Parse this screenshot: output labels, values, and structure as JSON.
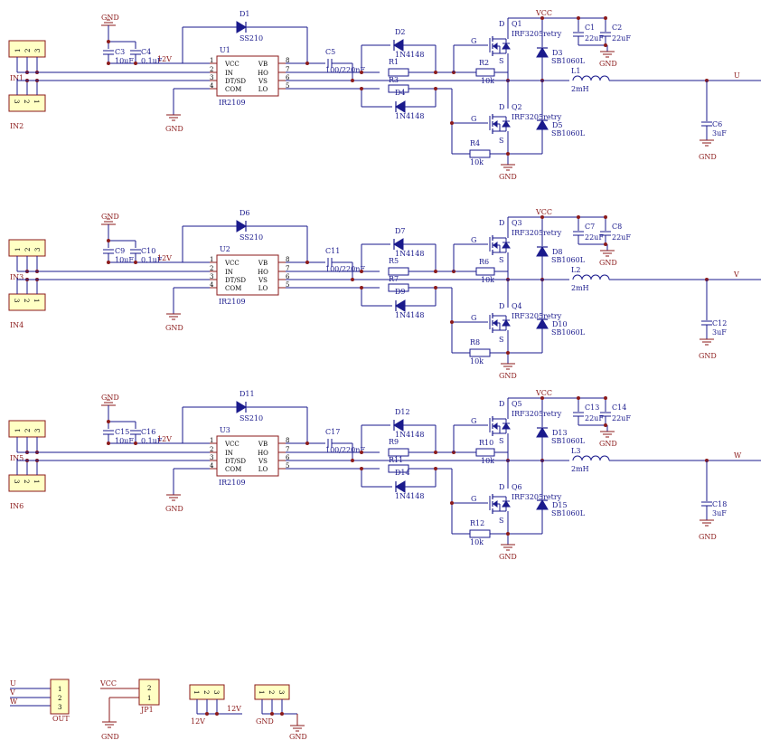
{
  "nets": {
    "gnd": "GND",
    "vcc": "VCC",
    "v12": "12V",
    "u": "U",
    "v": "V",
    "w": "W"
  },
  "stages": [
    {
      "in_a": "IN1",
      "in_b": "IN2",
      "u": "U1",
      "ic": "IR2109",
      "pins": [
        "1",
        "2",
        "3",
        "4",
        "8",
        "7",
        "6",
        "5"
      ],
      "pinnames": [
        "VCC",
        "IN",
        "DT/SD",
        "COM",
        "VB",
        "HO",
        "VS",
        "LO"
      ],
      "cA": "C3",
      "cAv": "10uF",
      "cB": "C4",
      "cBv": "0.1uF",
      "dboot": "D1",
      "dbootv": "SS210",
      "cboot": "C5",
      "cbootv": "100/220nF",
      "dtop": "D2",
      "dbot": "D4",
      "diodev": "1N4148",
      "r1": "R1",
      "r3": "R3",
      "r2": "R2",
      "r4": "R4",
      "r10k": "10k",
      "qh": "Q1",
      "ql": "Q2",
      "qv": "IRF3205retry",
      "dh": "D3",
      "dl": "D5",
      "dv": "SB1060L",
      "c1": "C1",
      "c2": "C2",
      "c22": "22uF",
      "ind": "L1",
      "indv": "2mH",
      "cout": "C6",
      "coutv": "3uF",
      "out": "U",
      "gate": "G",
      "drain": "D",
      "source": "S"
    },
    {
      "in_a": "IN3",
      "in_b": "IN4",
      "u": "U2",
      "ic": "IR2109",
      "pins": [
        "1",
        "2",
        "3",
        "4",
        "8",
        "7",
        "6",
        "5"
      ],
      "pinnames": [
        "VCC",
        "IN",
        "DT/SD",
        "COM",
        "VB",
        "HO",
        "VS",
        "LO"
      ],
      "cA": "C9",
      "cAv": "10uF",
      "cB": "C10",
      "cBv": "0.1uF",
      "dboot": "D6",
      "dbootv": "SS210",
      "cboot": "C11",
      "cbootv": "100/220nF",
      "dtop": "D7",
      "dbot": "D9",
      "diodev": "1N4148",
      "r1": "R5",
      "r3": "R7",
      "r2": "R6",
      "r4": "R8",
      "r10k": "10k",
      "qh": "Q3",
      "ql": "Q4",
      "qv": "IRF3205retry",
      "dh": "D8",
      "dl": "D10",
      "dv": "SB1060L",
      "c1": "C7",
      "c2": "C8",
      "c22": "22uF",
      "ind": "L2",
      "indv": "2mH",
      "cout": "C12",
      "coutv": "3uF",
      "out": "V",
      "gate": "G",
      "drain": "D",
      "source": "S"
    },
    {
      "in_a": "IN5",
      "in_b": "IN6",
      "u": "U3",
      "ic": "IR2109",
      "pins": [
        "1",
        "2",
        "3",
        "4",
        "8",
        "7",
        "6",
        "5"
      ],
      "pinnames": [
        "VCC",
        "IN",
        "DT/SD",
        "COM",
        "VB",
        "HO",
        "VS",
        "LO"
      ],
      "cA": "C15",
      "cAv": "10uF",
      "cB": "C16",
      "cBv": "0.1uF",
      "dboot": "D11",
      "dbootv": "SS210",
      "cboot": "C17",
      "cbootv": "100/220nF",
      "dtop": "D12",
      "dbot": "D14",
      "diodev": "1N4148",
      "r1": "R9",
      "r3": "R11",
      "r2": "R10",
      "r4": "R12",
      "r10k": "10k",
      "qh": "Q5",
      "ql": "Q6",
      "qv": "IRF3205retry",
      "dh": "D13",
      "dl": "D15",
      "dv": "SB1060L",
      "c1": "C13",
      "c2": "C14",
      "c22": "22uF",
      "ind": "L3",
      "indv": "2mH",
      "cout": "C18",
      "coutv": "3uF",
      "out": "W",
      "gate": "G",
      "drain": "D",
      "source": "S"
    }
  ],
  "header_pins": [
    "1",
    "2",
    "3"
  ],
  "bottom": {
    "out_conn": "OUT",
    "out_labels": [
      "U",
      "V",
      "W"
    ],
    "out_pins": [
      "1",
      "2",
      "3"
    ],
    "jp": "JP1",
    "jp_pins": [
      "2",
      "1"
    ],
    "jp_vcc": "VCC",
    "jp_gnd": "GND",
    "h12_label": "12V",
    "h12_net": "12V",
    "hgnd_label": "GND",
    "hgnd_net": "GND"
  }
}
